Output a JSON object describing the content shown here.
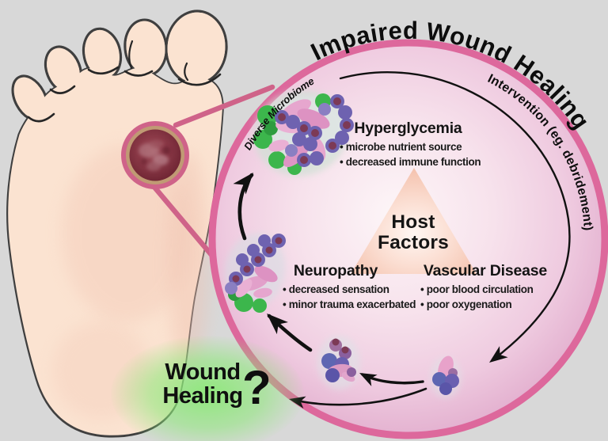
{
  "title_arc": "Impaired Wound Healing",
  "colors": {
    "background": "#d8d8d8",
    "circle_ring": "#dd689c",
    "callout_pink": "#cf6389",
    "glow_green": "#8ce878",
    "foot_fill": "#fbe3d1",
    "triangle_salmon": "#f3bca6",
    "microbe_purple": "#6e62b0",
    "microbe_green": "#3cb64c",
    "microbe_pink": "#e2a0ca"
  },
  "magnified_view": {
    "diverse_microbiome_label": "Diverse Microbiome",
    "intervention_label": "Intervention (eg. debridement)",
    "host_factors": {
      "line1": "Host",
      "line2": "Factors"
    },
    "factors": {
      "hyperglycemia": {
        "title": "Hyperglycemia",
        "bullets": [
          "• microbe nutrient source",
          "• decreased immune function"
        ]
      },
      "neuropathy": {
        "title": "Neuropathy",
        "bullets": [
          "• decreased sensation",
          "• minor trauma exacerbated"
        ]
      },
      "vascular_disease": {
        "title": "Vascular Disease",
        "bullets": [
          "• poor blood circulation",
          "• poor oxygenation"
        ]
      }
    }
  },
  "outcome": {
    "line1": "Wound",
    "line2": "Healing",
    "question_mark": "?"
  }
}
